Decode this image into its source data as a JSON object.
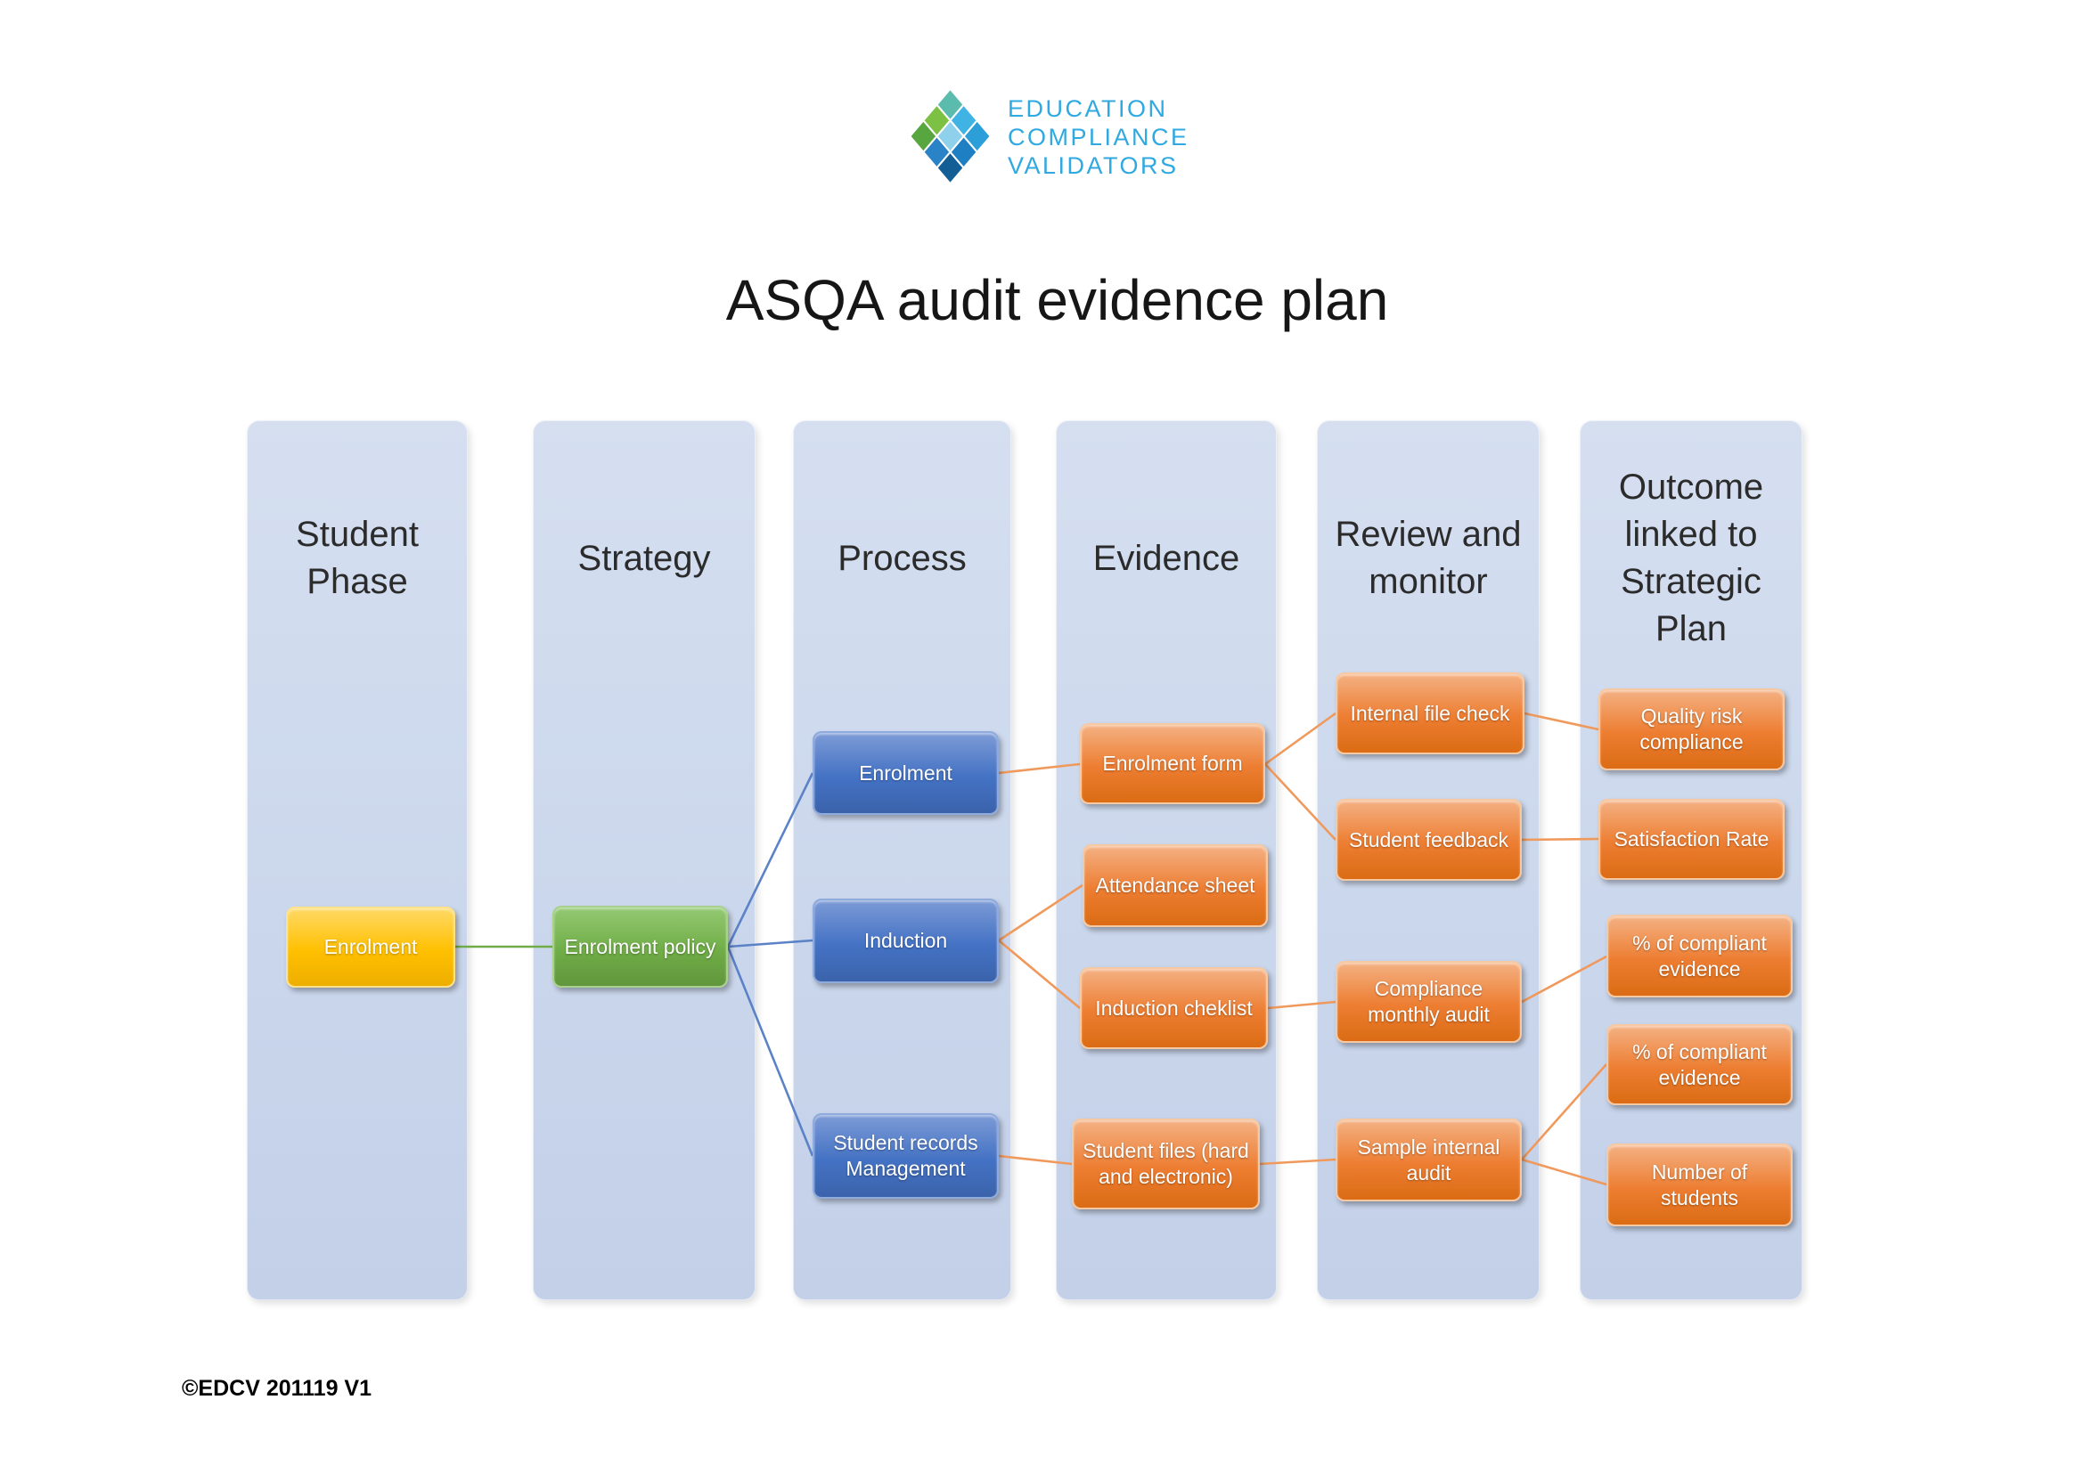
{
  "logo": {
    "lines": [
      "EDUCATION",
      "COMPLIANCE",
      "VALIDATORS"
    ],
    "icon": "ecv-diamond-logo",
    "text_color": "#2FA9E0"
  },
  "title": "ASQA audit evidence plan",
  "footer": "©EDCV 201119 V1",
  "colors": {
    "column_bg": "#CDD9EC",
    "student_phase_node": "#FFC000",
    "strategy_node": "#70AD47",
    "process_node": "#4472C4",
    "evidence_review_outcome_node": "#ED7D31"
  },
  "columns": [
    {
      "label": "Student Phase"
    },
    {
      "label": "Strategy"
    },
    {
      "label": "Process"
    },
    {
      "label": "Evidence"
    },
    {
      "label": "Review and monitor"
    },
    {
      "label": "Outcome linked to Strategic Plan"
    }
  ],
  "nodes": {
    "enrolment_phase": {
      "label": "Enrolment",
      "color": "#FFC000",
      "column": "Student Phase"
    },
    "enrolment_policy": {
      "label": "Enrolment policy",
      "color": "#70AD47",
      "column": "Strategy"
    },
    "process_enrolment": {
      "label": "Enrolment",
      "color": "#4472C4",
      "column": "Process"
    },
    "process_induction": {
      "label": "Induction",
      "color": "#4472C4",
      "column": "Process"
    },
    "process_student_records": {
      "label": "Student records Management",
      "color": "#4472C4",
      "column": "Process"
    },
    "evidence_enrolment_form": {
      "label": "Enrolment form",
      "color": "#ED7D31",
      "column": "Evidence"
    },
    "evidence_attendance_sheet": {
      "label": "Attendance sheet",
      "color": "#ED7D31",
      "column": "Evidence"
    },
    "evidence_induction_checklist": {
      "label": "Induction cheklist",
      "color": "#ED7D31",
      "column": "Evidence"
    },
    "evidence_student_files": {
      "label": "Student files (hard and electronic)",
      "color": "#ED7D31",
      "column": "Evidence"
    },
    "review_internal_file_check": {
      "label": "Internal file check",
      "color": "#ED7D31",
      "column": "Review and monitor"
    },
    "review_student_feedback": {
      "label": "Student feedback",
      "color": "#ED7D31",
      "column": "Review and monitor"
    },
    "review_compliance_monthly_audit": {
      "label": "Compliance monthly audit",
      "color": "#ED7D31",
      "column": "Review and monitor"
    },
    "review_sample_internal_audit": {
      "label": "Sample internal audit",
      "color": "#ED7D31",
      "column": "Review and monitor"
    },
    "outcome_quality_risk": {
      "label": "Quality risk compliance",
      "color": "#ED7D31",
      "column": "Outcome linked to Strategic Plan"
    },
    "outcome_satisfaction_rate": {
      "label": "Satisfaction Rate",
      "color": "#ED7D31",
      "column": "Outcome linked to Strategic Plan"
    },
    "outcome_pct_compliant_1": {
      "label": "% of compliant evidence",
      "color": "#ED7D31",
      "column": "Outcome linked to Strategic Plan"
    },
    "outcome_pct_compliant_2": {
      "label": "% of compliant evidence",
      "color": "#ED7D31",
      "column": "Outcome linked to Strategic Plan"
    },
    "outcome_number_students": {
      "label": "Number of students",
      "color": "#ED7D31",
      "column": "Outcome linked to Strategic Plan"
    }
  },
  "connections": [
    {
      "from": "enrolment_phase",
      "to": "enrolment_policy",
      "color": "green"
    },
    {
      "from": "enrolment_policy",
      "to": "process_enrolment",
      "color": "blue"
    },
    {
      "from": "enrolment_policy",
      "to": "process_induction",
      "color": "blue"
    },
    {
      "from": "enrolment_policy",
      "to": "process_student_records",
      "color": "blue"
    },
    {
      "from": "process_enrolment",
      "to": "evidence_enrolment_form",
      "color": "orange"
    },
    {
      "from": "process_induction",
      "to": "evidence_attendance_sheet",
      "color": "orange"
    },
    {
      "from": "process_induction",
      "to": "evidence_induction_checklist",
      "color": "orange"
    },
    {
      "from": "process_student_records",
      "to": "evidence_student_files",
      "color": "orange"
    },
    {
      "from": "evidence_enrolment_form",
      "to": "review_internal_file_check",
      "color": "orange"
    },
    {
      "from": "evidence_enrolment_form",
      "to": "review_student_feedback",
      "color": "orange"
    },
    {
      "from": "evidence_induction_checklist",
      "to": "review_compliance_monthly_audit",
      "color": "orange"
    },
    {
      "from": "evidence_student_files",
      "to": "review_sample_internal_audit",
      "color": "orange"
    },
    {
      "from": "review_internal_file_check",
      "to": "outcome_quality_risk",
      "color": "orange"
    },
    {
      "from": "review_student_feedback",
      "to": "outcome_satisfaction_rate",
      "color": "orange"
    },
    {
      "from": "review_compliance_monthly_audit",
      "to": "outcome_pct_compliant_1",
      "color": "orange"
    },
    {
      "from": "review_sample_internal_audit",
      "to": "outcome_pct_compliant_2",
      "color": "orange"
    },
    {
      "from": "review_sample_internal_audit",
      "to": "outcome_number_students",
      "color": "orange"
    }
  ]
}
